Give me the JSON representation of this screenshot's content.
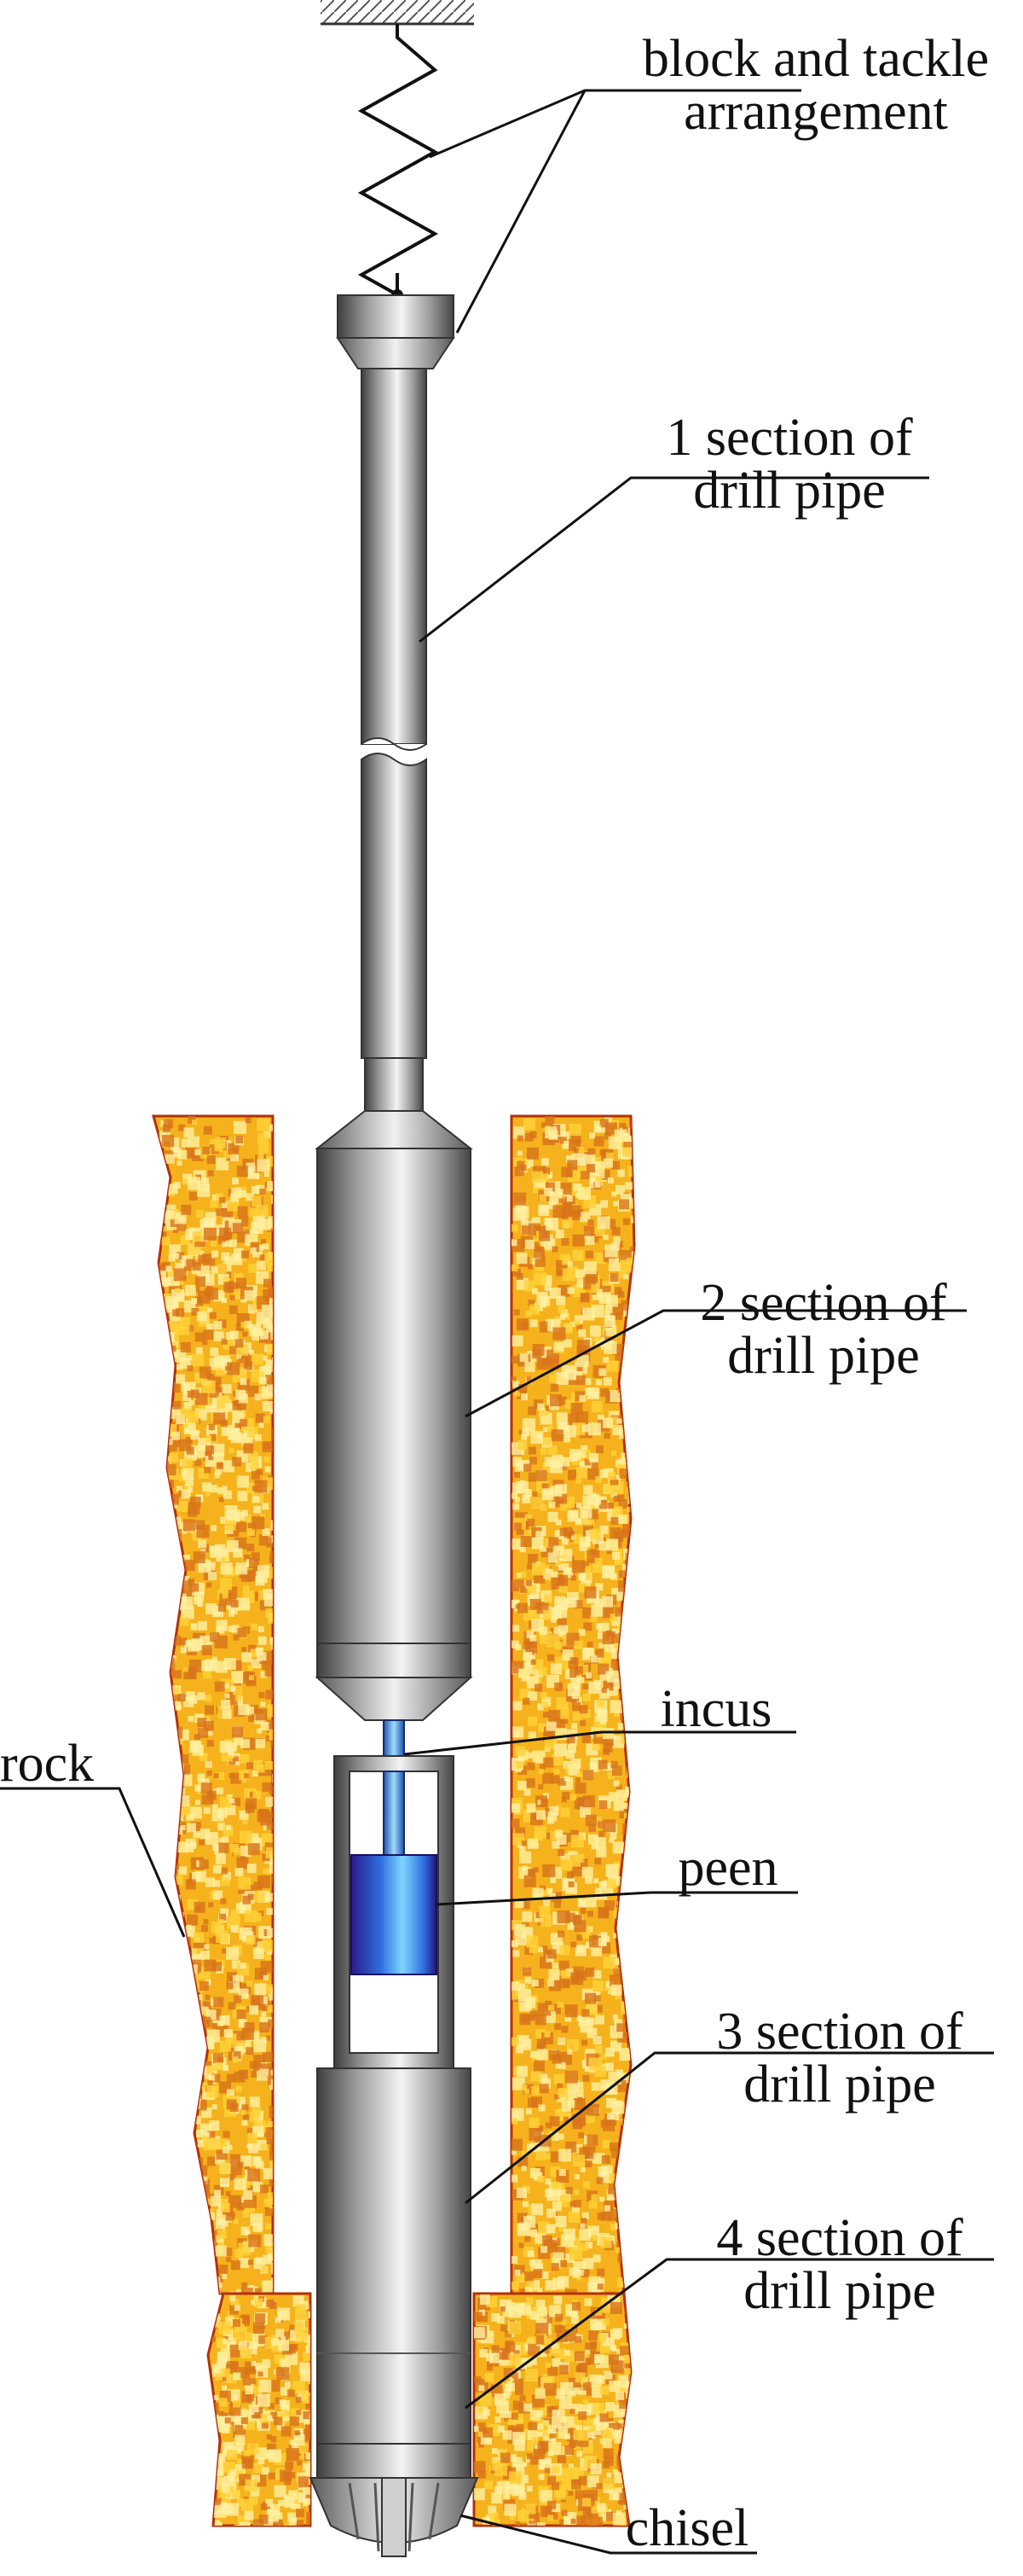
{
  "labels": {
    "block_and_tackle": [
      "block and tackle",
      "arrangement"
    ],
    "section1": [
      "1 section of",
      "drill pipe"
    ],
    "section2": [
      "2 section of",
      "drill pipe"
    ],
    "incus": "incus",
    "peen": "peen",
    "section3": [
      "3 section of",
      "drill pipe"
    ],
    "section4": [
      "4 section of",
      "drill pipe"
    ],
    "rock": "rock",
    "chisel": "chisel"
  },
  "colors": {
    "rock_fill": "#f5b21c",
    "rock_edge": "#b2300a",
    "rock_speckle_light": "#fff0a0",
    "rock_speckle_dark": "#d8731a",
    "pipe_light": "#f2f2f2",
    "pipe_mid": "#a0a0a0",
    "pipe_dark": "#4a4a4a",
    "peen_blue": "#3a6fe0",
    "peen_dark": "#2a1b8a",
    "rod_blue": "#5cb8f0",
    "leader_line": "#111111"
  }
}
